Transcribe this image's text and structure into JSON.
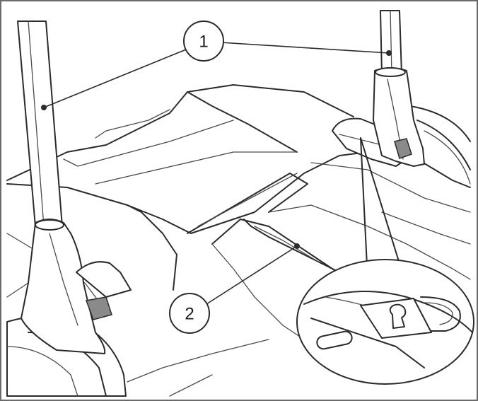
{
  "diagram": {
    "callouts": [
      {
        "id": "1",
        "label": "1"
      },
      {
        "id": "2",
        "label": "2"
      }
    ],
    "colors": {
      "line": "#2b2b2b",
      "clip": "#8a8a8a",
      "background": "#ffffff"
    }
  }
}
